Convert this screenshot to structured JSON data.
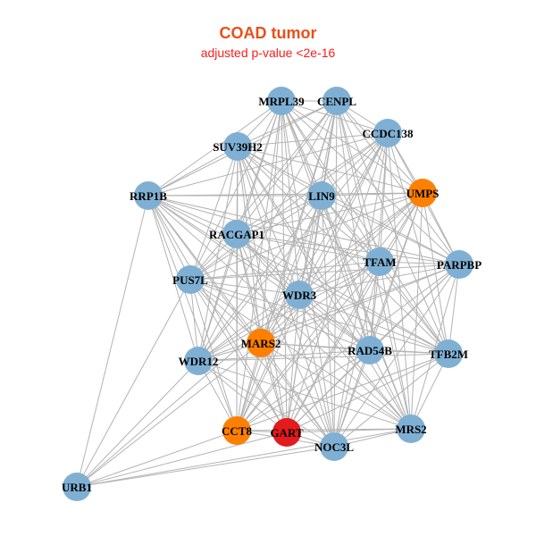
{
  "title": "COAD tumor",
  "subtitle": "adjusted p-value <2e-16",
  "colors": {
    "title": "#e8501a",
    "subtitle": "#ff1a1a",
    "edge": "#b3b3b3",
    "default": "#7fb0d4",
    "highlight": "#ff7f00",
    "query": "#e41a1c"
  },
  "nodes": [
    {
      "id": "MRPL39",
      "group": "default"
    },
    {
      "id": "CENPL",
      "group": "default"
    },
    {
      "id": "CCDC138",
      "group": "default"
    },
    {
      "id": "SUV39H2",
      "group": "default"
    },
    {
      "id": "RRP1B",
      "group": "default"
    },
    {
      "id": "LIN9",
      "group": "default"
    },
    {
      "id": "UMPS",
      "group": "highlight"
    },
    {
      "id": "RACGAP1",
      "group": "default"
    },
    {
      "id": "TFAM",
      "group": "default"
    },
    {
      "id": "PARPBP",
      "group": "default"
    },
    {
      "id": "PUS7L",
      "group": "default"
    },
    {
      "id": "WDR3",
      "group": "default"
    },
    {
      "id": "MARS2",
      "group": "highlight"
    },
    {
      "id": "RAD54B",
      "group": "default"
    },
    {
      "id": "TFB2M",
      "group": "default"
    },
    {
      "id": "WDR12",
      "group": "default"
    },
    {
      "id": "CCT8",
      "group": "highlight"
    },
    {
      "id": "GART",
      "group": "query"
    },
    {
      "id": "MRS2",
      "group": "default"
    },
    {
      "id": "NOC3L",
      "group": "default"
    },
    {
      "id": "URB1",
      "group": "default"
    }
  ]
}
